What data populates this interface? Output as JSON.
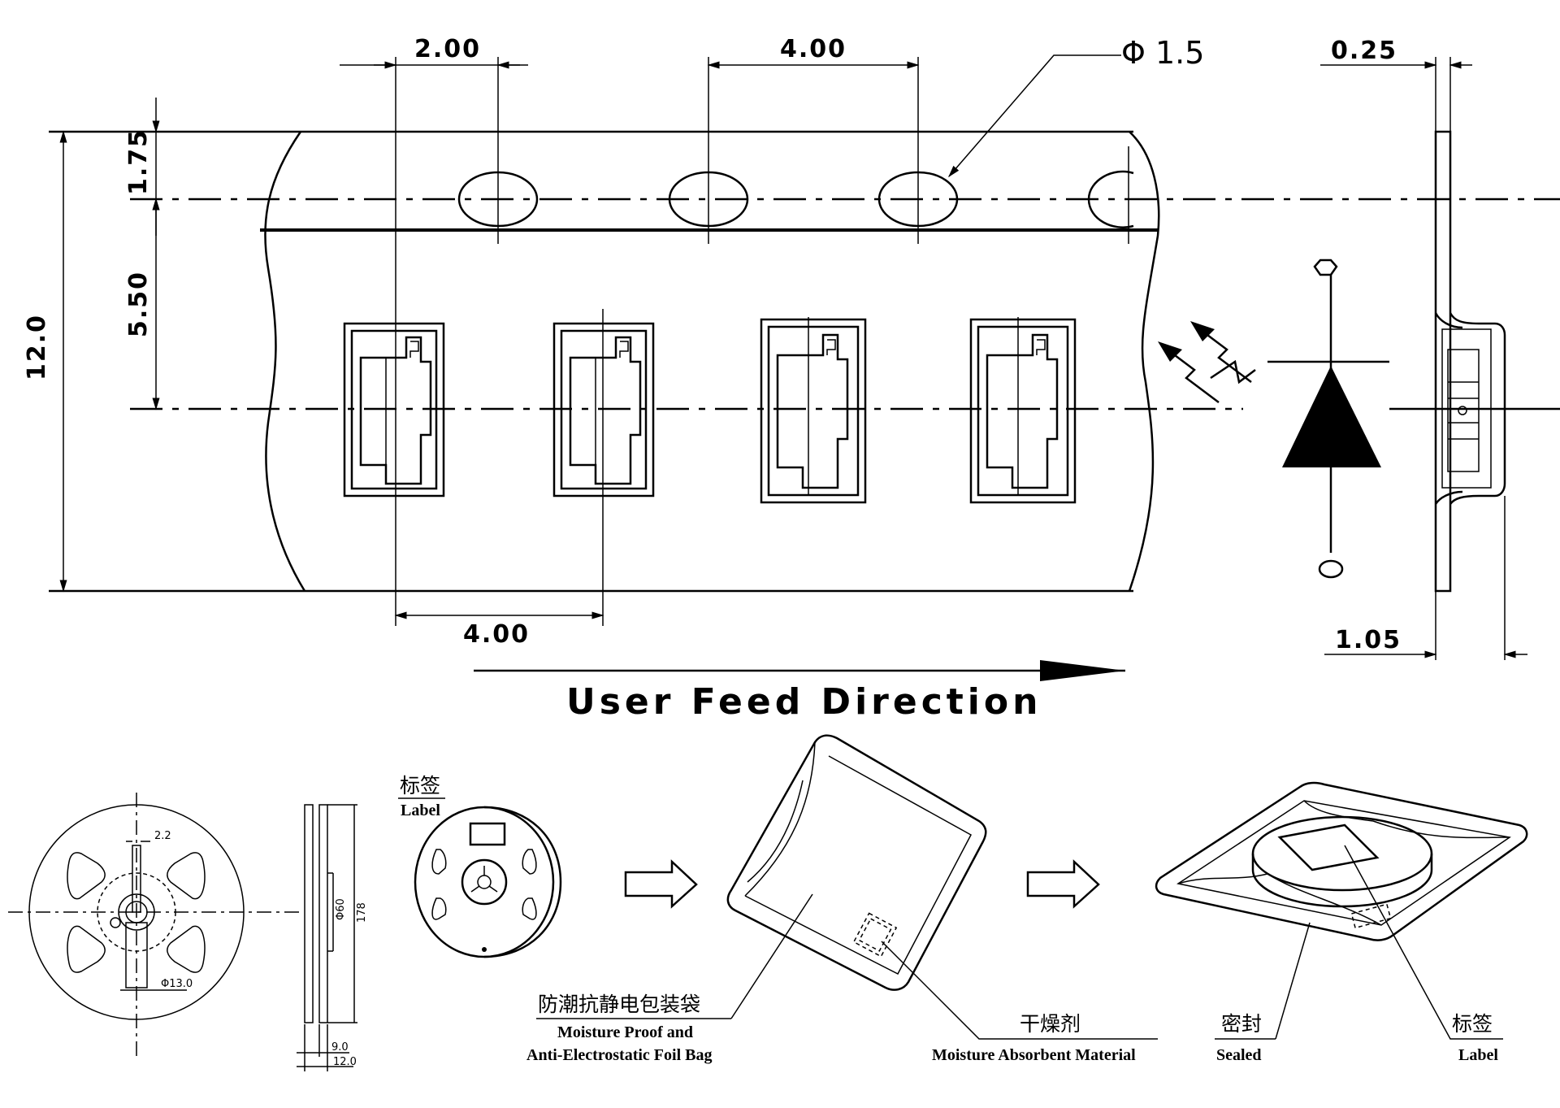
{
  "tape_dims": {
    "pitch_hole": "2.00",
    "hole_pitch": "4.00",
    "hole_dia": "Φ 1.5",
    "thickness": "0.25",
    "edge_to_hole": "1.75",
    "hole_to_center": "5.50",
    "tape_width": "12.0",
    "component_pitch": "4.00",
    "cavity_depth": "1.05"
  },
  "feed_direction": "User Feed Direction",
  "reel_dims": {
    "slot": "2.2",
    "hub": "Φ13.0",
    "inner": "Φ60",
    "outer": "178",
    "width_inner": "9.0",
    "width_outer": "12.0"
  },
  "reel_label": {
    "zh": "标签",
    "en": "Label"
  },
  "bag": {
    "zh": "防潮抗静电包装袋",
    "en_line1": "Moisture Proof and",
    "en_line2": "Anti-Electrostatic Foil Bag"
  },
  "desiccant": {
    "zh": "干燥剂",
    "en": "Moisture Absorbent Material"
  },
  "sealed": {
    "zh": "密封",
    "en": "Sealed"
  },
  "final_label": {
    "zh": "标签",
    "en": "Label"
  }
}
